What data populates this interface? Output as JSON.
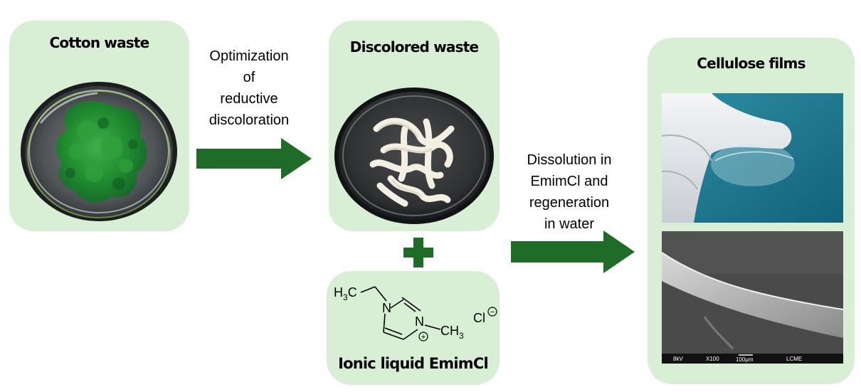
{
  "panels": {
    "cotton_title": "Cotton waste",
    "discolored_title": "Discolored waste",
    "films_title": "Cellulose films",
    "ionic_title": "Ionic liquid EmimCl"
  },
  "captions": {
    "step1": [
      "Optimization",
      "of",
      "reductive",
      "discoloration"
    ],
    "step2": [
      "Dissolution in",
      "EmimCl and",
      "regeneration",
      "in water"
    ]
  },
  "chemistry": {
    "h3c": "H",
    "h3c_sub": "3",
    "h3c_c": "C",
    "n1": "N",
    "n2": "N",
    "ch3": "CH",
    "ch3_sub": "3",
    "cl": "Cl",
    "plus_charge": "+",
    "minus_charge": "−"
  },
  "sem_scale": {
    "voltage": "8kV",
    "magnification": "X100",
    "scale_length": "100μm",
    "lab": "LCME"
  },
  "colors": {
    "panel_bg": "#d8efd6",
    "arrow": "#1f6b28",
    "plus": "#1f6b28"
  }
}
